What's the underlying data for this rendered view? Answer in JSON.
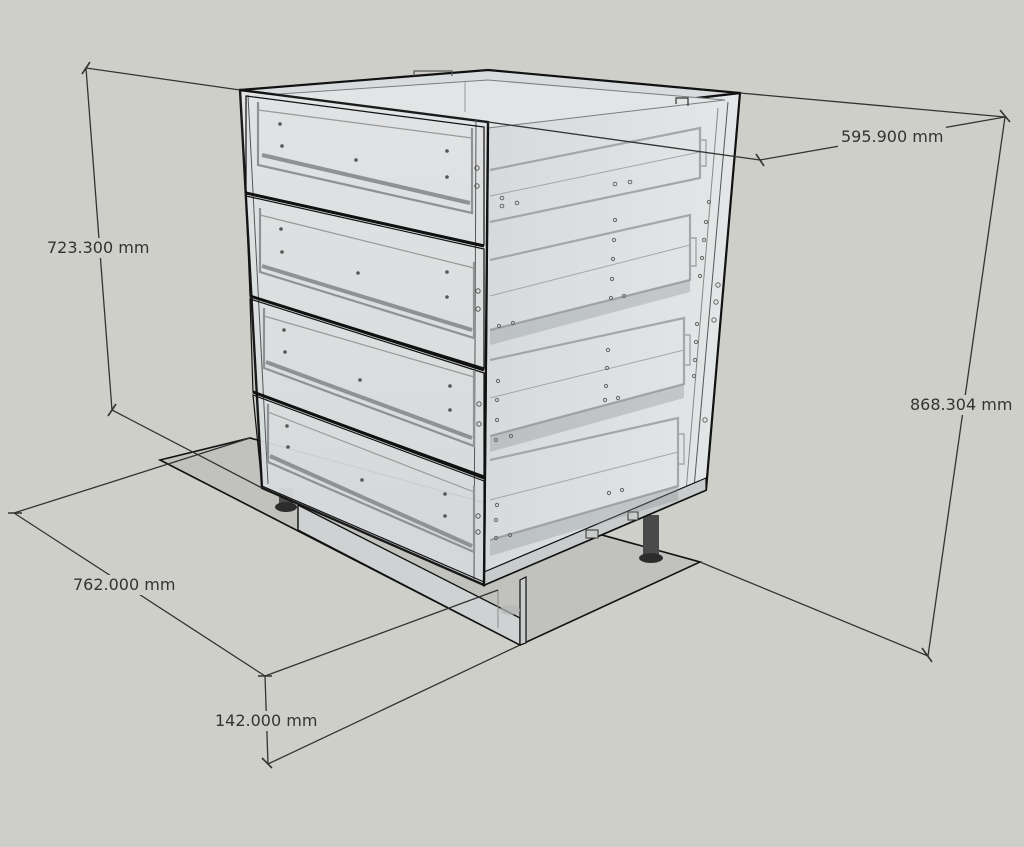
{
  "scene": {
    "background_color": "#cfcfca",
    "object": "base cabinet with 4 drawers",
    "drawer_count": 4,
    "edge_color": "#111111",
    "panel_color": "#dde1e3",
    "leg_color": "#3a3a3a"
  },
  "dimensions": {
    "depth_top": {
      "label": "595.900 mm"
    },
    "carcass_height": {
      "label": "723.300 mm"
    },
    "total_height": {
      "label": "868.304 mm"
    },
    "depth_bottom": {
      "label": "762.000 mm"
    },
    "plinth_height": {
      "label": "142.000 mm"
    }
  }
}
